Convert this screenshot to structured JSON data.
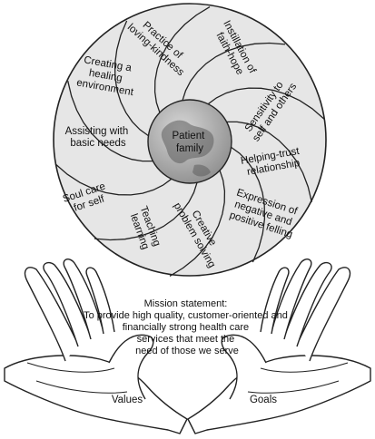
{
  "center": {
    "label": [
      "Patient",
      "family"
    ]
  },
  "segments": [
    {
      "id": "instillation",
      "lines": [
        "Instillation of",
        "faith-hope"
      ]
    },
    {
      "id": "sensitivity",
      "lines": [
        "Sensitivity to",
        "self and others"
      ]
    },
    {
      "id": "helping-trust",
      "lines": [
        "Helping-trust",
        "relationship"
      ]
    },
    {
      "id": "expression",
      "lines": [
        "Expression of",
        "negative and",
        "positive felling"
      ]
    },
    {
      "id": "creative",
      "lines": [
        "Creative",
        "problem solving"
      ]
    },
    {
      "id": "teaching",
      "lines": [
        "Teaching",
        "learning"
      ]
    },
    {
      "id": "soul-care",
      "lines": [
        "Soul care",
        "for self"
      ]
    },
    {
      "id": "assisting",
      "lines": [
        "Assisting with",
        "basic needs"
      ]
    },
    {
      "id": "healing",
      "lines": [
        "Creating a",
        "healing",
        "environment"
      ]
    },
    {
      "id": "loving-kindness",
      "lines": [
        "Practice of",
        "loving-kindness"
      ]
    }
  ],
  "mission": {
    "lines": [
      "Mission statement:",
      "To provide high quality, customer-oriented and",
      "financially strong health care",
      "services that meet the",
      "need of those we serve"
    ]
  },
  "hands": {
    "left_label": "Values",
    "right_label": "Goals"
  },
  "colors": {
    "disc": "#e6e6e6",
    "outline": "#222222",
    "globe": "#8f8f8f",
    "hand": "#ffffff"
  }
}
